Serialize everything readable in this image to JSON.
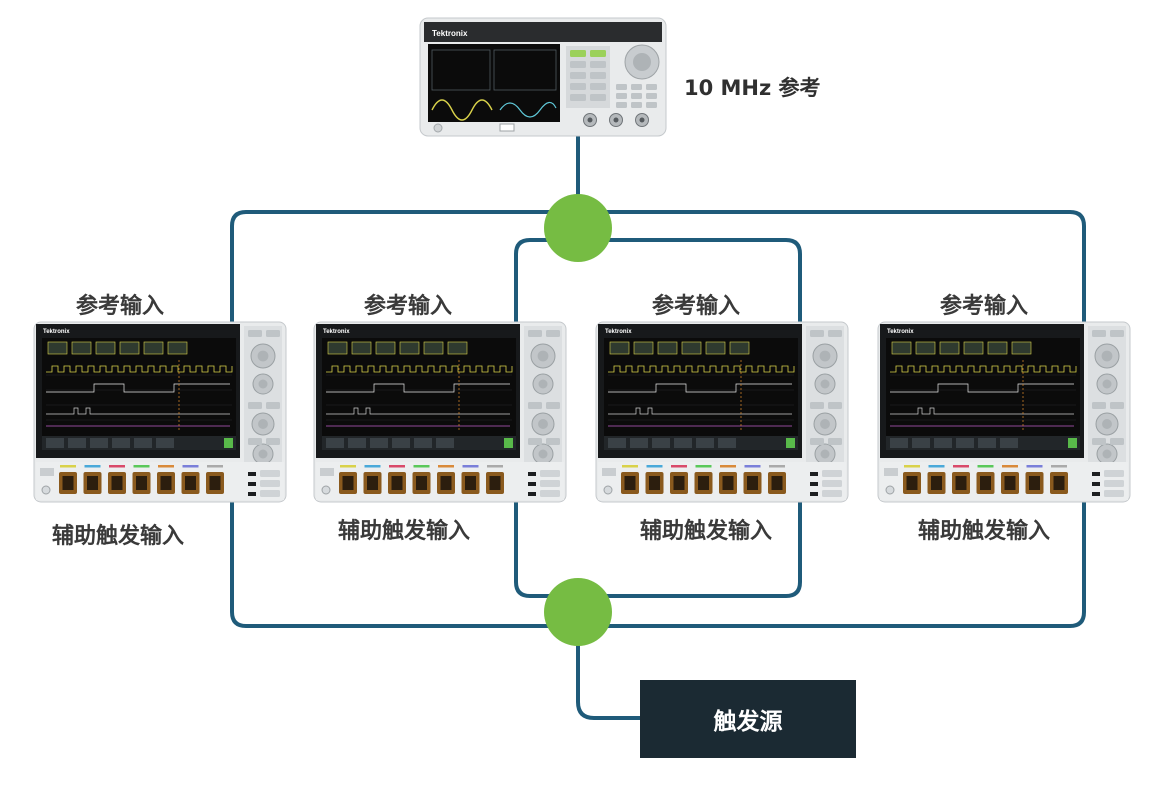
{
  "labels": {
    "reference_10mhz": "10 MHz 参考",
    "reference_input": "参考输入",
    "aux_trigger_input": "辅助触发输入",
    "trigger_source": "触发源"
  },
  "generator": {
    "brand": "Tektronix"
  },
  "oscilloscopes": [
    {
      "brand": "Tektronix"
    },
    {
      "brand": "Tektronix"
    },
    {
      "brand": "Tektronix"
    },
    {
      "brand": "Tektronix"
    }
  ],
  "colors": {
    "cable": "#1f5b7a",
    "junction": "#76bc43",
    "trigger_box": "#1b2a33",
    "label_text": "#3a3a3a",
    "screen": "#0b0b0b",
    "trace_yellow": "#d9d24a",
    "instrument_body": "#e9ebec",
    "bnc_connector": "#8a5a1e"
  }
}
